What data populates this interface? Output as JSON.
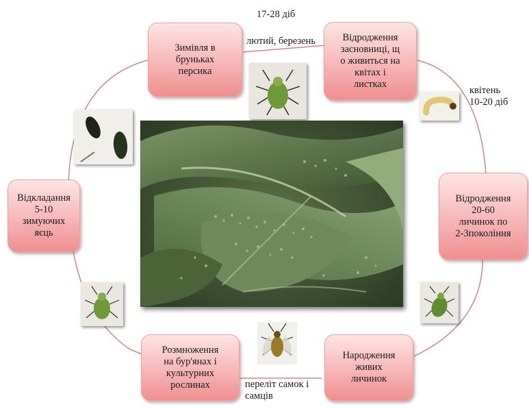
{
  "stages": {
    "overwintering": "Зимівля в\nбруньках\nперсика",
    "fundatrix": "Відродження\nзасновниці, щ\nо живиться на\nквітах і\nлистках",
    "larvae": "Відродження\n20-60\nличинок по\n2-3покоління",
    "live_birth": "Народження\nживих\nличинок",
    "reproduction": "Розмноження\nна бур'янах і\nкультурних\nрослинах",
    "egg_laying": "Відкладання\n5-10\nзимуючих\nяєць"
  },
  "labels": {
    "days_top": "17-28 діб",
    "months_top": "лютий, березень",
    "april": "квітень\n10-20 діб",
    "flight": "переліт самок і\nсамців"
  },
  "colors": {
    "box_fill": "#f7b6b6",
    "ring_stroke": "#c98a8a",
    "aphid_green": "#6f9a3a",
    "leaf_green": "#4e6b3a"
  },
  "icons": [
    "aphid-icon",
    "larva-icon",
    "eggs-icon",
    "winged-aphid-icon",
    "aphid-colony-photo"
  ]
}
